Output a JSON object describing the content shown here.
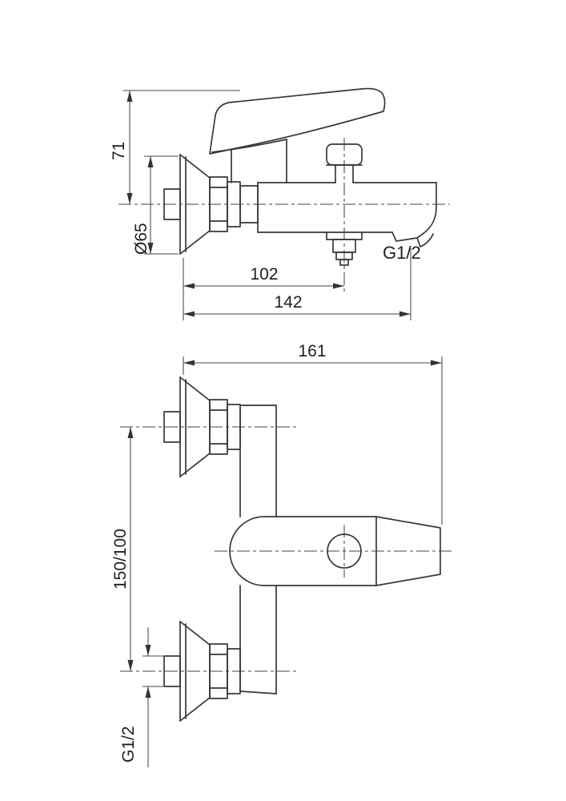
{
  "drawing": {
    "background": "#ffffff",
    "line_color": "#383838",
    "side_view": {
      "dim_height": "71",
      "dim_escutcheon_diameter": "Ø65",
      "dim_wall_to_shower_outlet": "102",
      "dim_wall_to_spout": "142",
      "thread_label": "G1/2"
    },
    "front_view": {
      "dim_total_depth": "161",
      "dim_inlet_spacing": "150/100",
      "thread_label": "G1/2"
    }
  }
}
